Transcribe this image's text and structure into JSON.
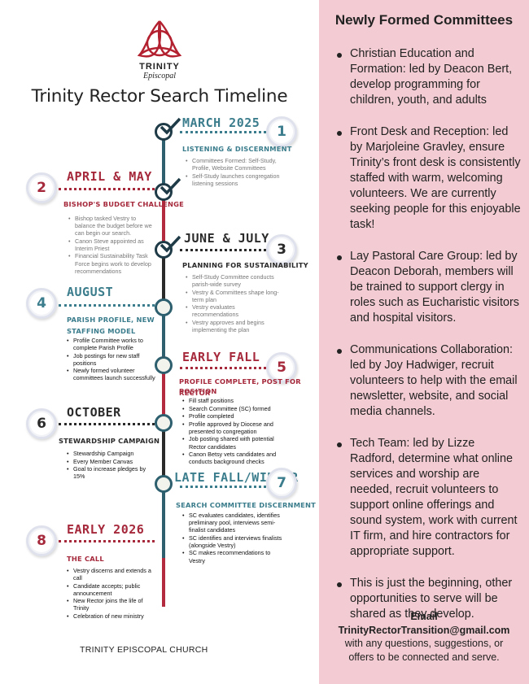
{
  "logo": {
    "name": "TRINITY",
    "sub": "Episcopal"
  },
  "title": "Trinity Rector Search Timeline",
  "colors": {
    "teal": "#3b7d8c",
    "red": "#a5283b",
    "dark": "#2a2a2a",
    "pink_panel": "#f3ccd3"
  },
  "timeline": [
    {
      "number": "1",
      "period": "MARCH 2025",
      "subtitle": "LISTENING & DISCERNMENT",
      "items": [
        "Committees Formed: Self-Study, Profile, Website Committees",
        "Self-Study launches congregation listening sessions"
      ]
    },
    {
      "number": "2",
      "period": "APRIL & MAY",
      "subtitle": "BISHOP'S BUDGET CHALLENGE",
      "items": [
        "Bishop tasked Vestry to balance the budget before we can begin our search.",
        "Canon Steve appointed as Interim Priest",
        "Financial Sustainability Task Force begins work to develop recommendations"
      ]
    },
    {
      "number": "3",
      "period": "JUNE & JULY",
      "subtitle": "PLANNING FOR SUSTAINABILITY",
      "items": [
        "Self-Study Committee conducts parish-wide survey",
        "Vestry & Committees shape long-term plan",
        "Vestry evaluates recommendations",
        "Vestry approves and begins implementing the plan"
      ]
    },
    {
      "number": "4",
      "period": "AUGUST",
      "subtitle_1": "PARISH PROFILE, NEW",
      "subtitle_2": "STAFFING MODEL",
      "items": [
        "Profile Committee works to complete Parish Profile",
        "Job postings for new staff positions",
        "Newly formed volunteer committees launch successfully"
      ]
    },
    {
      "number": "5",
      "period": "EARLY FALL",
      "subtitle_1": "PROFILE COMPLETE, POST FOR RECTOR",
      "subtitle_2": "POSITION",
      "items": [
        "Fill staff positions",
        "Search Committee (SC) formed",
        "Profile completed",
        "Profile approved by Diocese and presented to congregation",
        "Job posting shared with potential Rector candidates",
        "Canon Betsy vets candidates and conducts background checks"
      ]
    },
    {
      "number": "6",
      "period": "OCTOBER",
      "subtitle": "STEWARDSHIP CAMPAIGN",
      "items": [
        "Stewardship Campaign",
        "Every Member Canvas",
        "Goal to increase pledges by 15%"
      ]
    },
    {
      "number": "7",
      "period": "LATE FALL/WINTER",
      "subtitle": "SEARCH COMMITTEE DISCERNMENT",
      "items": [
        "SC evaluates candidates, identifies preliminary pool, interviews semi-finalist candidates",
        "SC identifies and interviews finalists (alongside Vestry)",
        "SC makes recommendations to Vestry"
      ]
    },
    {
      "number": "8",
      "period": "EARLY 2026",
      "subtitle": "THE CALL",
      "items": [
        "Vestry discerns and extends a call",
        "Candidate accepts; public announcement",
        "New Rector joins the life of Trinity",
        "Celebration of new ministry"
      ]
    }
  ],
  "footer": "TRINITY EPISCOPAL CHURCH",
  "committees": {
    "title": "Newly Formed Committees",
    "items": [
      "Christian Education and Formation: led by Deacon Bert, develop programming for children, youth, and adults",
      "Front Desk and Reception: led by Marjoleine Gravley, ensure Trinity’s front desk is consistently staffed with warm, welcoming volunteers. We are currently seeking people for this enjoyable task!",
      "Lay Pastoral Care Group: led by Deacon Deborah, members will be trained to support clergy in roles such as Eucharistic visitors and hospital visitors.",
      "Communications Collaboration: led by Joy Hadwiger, recruit volunteers to help with the email newsletter, website, and social media channels.",
      "Tech Team: led by Lizze Radford, determine what online services and worship are needed, recruit volunteers to support online offerings and sound system, work with current IT firm, and hire contractors for appropriate support.",
      "This is just the beginning, other opportunities to serve will be shared as they develop."
    ]
  },
  "contact": {
    "label": "Email",
    "email": "TrinityRectorTransition@gmail.com",
    "line1": "with any questions, suggestions, or",
    "line2": "offers to be connected and serve."
  }
}
